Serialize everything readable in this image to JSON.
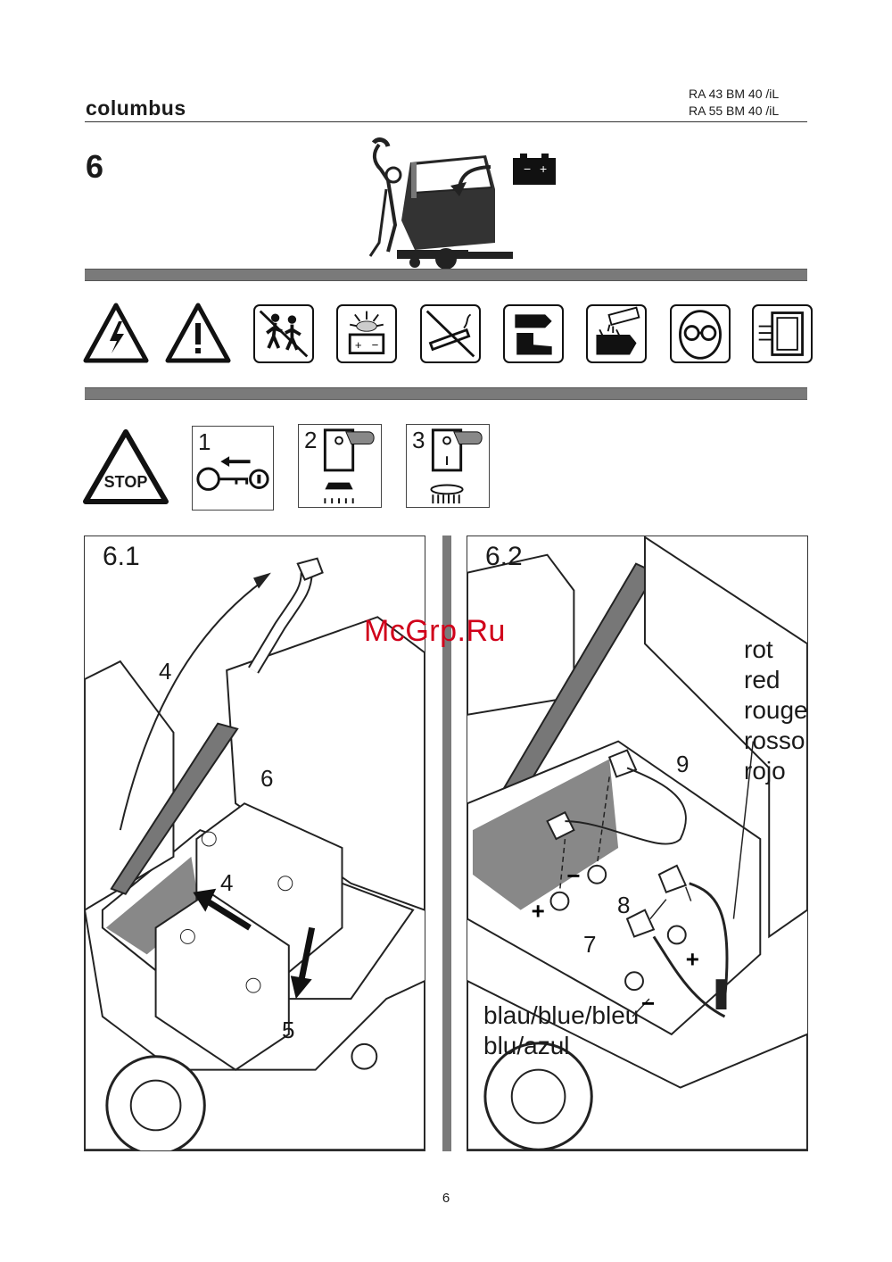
{
  "header": {
    "brand": "columbus",
    "model_lines": [
      "RA 43 BM 40 /iL",
      "RA 55 BM 40 /iL"
    ]
  },
  "section": {
    "number": "6"
  },
  "hero_icon": "battery-machine-illustration",
  "warning_icons": [
    "electric-hazard-icon",
    "general-warning-icon",
    "no-children-icon",
    "battery-explosion-icon",
    "no-smoking-icon",
    "gloves-boots-icon",
    "acid-burn-icon",
    "goggles-icon",
    "ventilation-icon"
  ],
  "steps": [
    {
      "num": "1",
      "icon": "key-out-icon"
    },
    {
      "num": "2",
      "icon": "switch-off-suction-icon"
    },
    {
      "num": "3",
      "icon": "switch-off-brush-icon"
    }
  ],
  "stop_label": "STOP",
  "figures": [
    {
      "label": "6.1",
      "callouts": {
        "c4a": "4",
        "c6": "6",
        "c4b": "4",
        "c5": "5"
      }
    },
    {
      "label": "6.2",
      "callouts": {
        "c9": "9",
        "c8": "8",
        "c7": "7"
      },
      "red_cable": [
        "rot",
        "red",
        "rouge",
        "rosso",
        "rojo"
      ],
      "blue_cable": [
        "blau/blue/bleu",
        "blu/azul"
      ]
    }
  ],
  "watermark": "McGrp.Ru",
  "page_number": "6",
  "colors": {
    "bar": "#7a7a7a",
    "watermark": "#d0001a"
  }
}
